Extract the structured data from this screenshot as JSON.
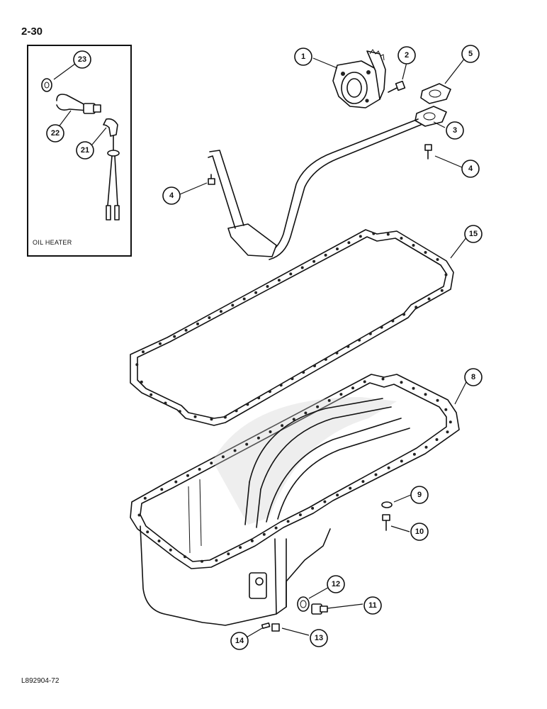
{
  "page": {
    "page_number": "2-30",
    "figure_code": "L892904-72"
  },
  "inset": {
    "label": "OIL HEATER"
  },
  "callouts": [
    {
      "id": "c1",
      "label": "1"
    },
    {
      "id": "c2",
      "label": "2"
    },
    {
      "id": "c5",
      "label": "5"
    },
    {
      "id": "c3",
      "label": "3"
    },
    {
      "id": "c4a",
      "label": "4"
    },
    {
      "id": "c4b",
      "label": "4"
    },
    {
      "id": "c15",
      "label": "15"
    },
    {
      "id": "c8",
      "label": "8"
    },
    {
      "id": "c9",
      "label": "9"
    },
    {
      "id": "c10",
      "label": "10"
    },
    {
      "id": "c12",
      "label": "12"
    },
    {
      "id": "c11",
      "label": "11"
    },
    {
      "id": "c13",
      "label": "13"
    },
    {
      "id": "c14",
      "label": "14"
    },
    {
      "id": "c23",
      "label": "23"
    },
    {
      "id": "c22",
      "label": "22"
    },
    {
      "id": "c21",
      "label": "21"
    }
  ]
}
